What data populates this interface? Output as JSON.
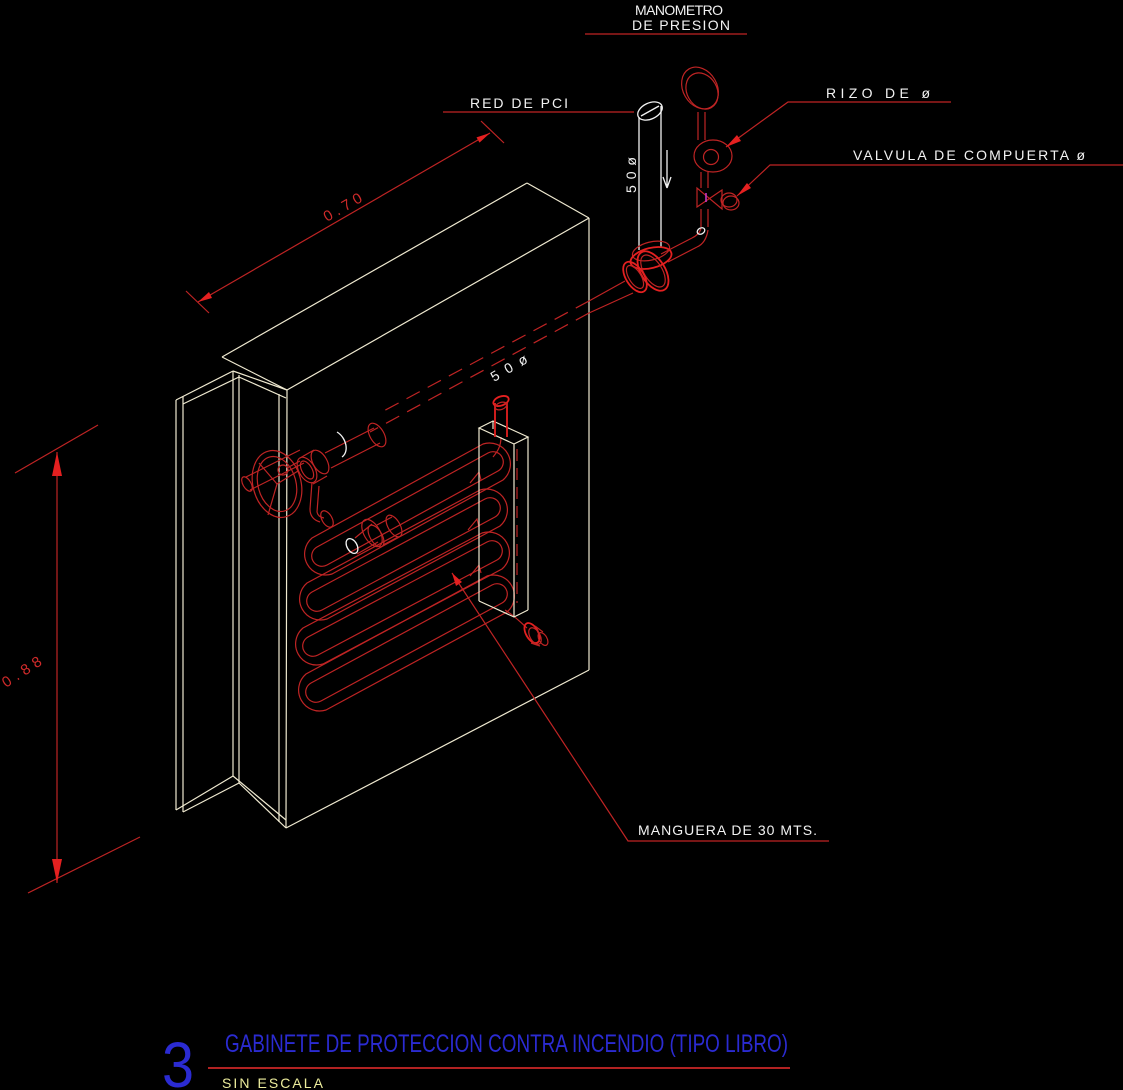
{
  "drawing": {
    "callouts": {
      "manometro_line1": "MANOMETRO",
      "manometro_line2": "DE PRESION",
      "red_de_pci": "RED DE PCI",
      "rizo": "RIZO DE ø",
      "valvula_compuerta": "VALVULA DE COMPUERTA ø",
      "manguera": "MANGUERA DE 30 MTS.",
      "riser_diameter": "50ø",
      "hose_connection_diameter": "50ø"
    },
    "dimensions": {
      "cabinet_width_m": "0.70",
      "cabinet_height_m": "0.88"
    },
    "title_block": {
      "detail_number": "3",
      "title": "GABINETE DE PROTECCION CONTRA INCENDIO (TIPO LIBRO)",
      "scale_note": "SIN ESCALA"
    },
    "colors": {
      "background": "#000000",
      "annotation_red": "#bf2424",
      "bright_red": "#e42020",
      "cabinet_outline_cream": "#efe9d0",
      "callout_white": "#f2f2f2",
      "title_blue": "#2b2bd2",
      "scale_yellow": "#ecec9c",
      "valve_magenta": "#c238c2"
    }
  }
}
